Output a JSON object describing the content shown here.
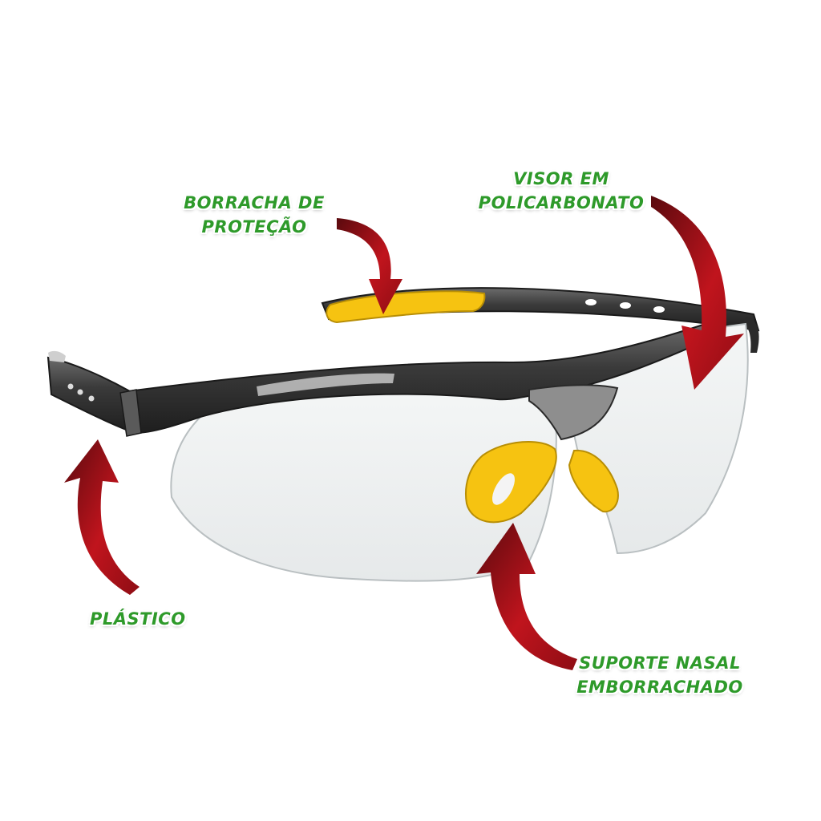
{
  "labels": {
    "borracha": {
      "line1": "BORRACHA DE",
      "line2": "PROTEÇÃO"
    },
    "visor": {
      "line1": "VISOR EM",
      "line2": "POLICARBONATO"
    },
    "plastico": {
      "line1": "PLÁSTICO"
    },
    "suporte": {
      "line1": "SUPORTE NASAL",
      "line2": "EMBORRACHADO"
    }
  },
  "colors": {
    "label_text": "#2e9a2a",
    "arrow": "#b3121b",
    "frame": "#3d3d3d",
    "rubber": "#f6c311"
  }
}
